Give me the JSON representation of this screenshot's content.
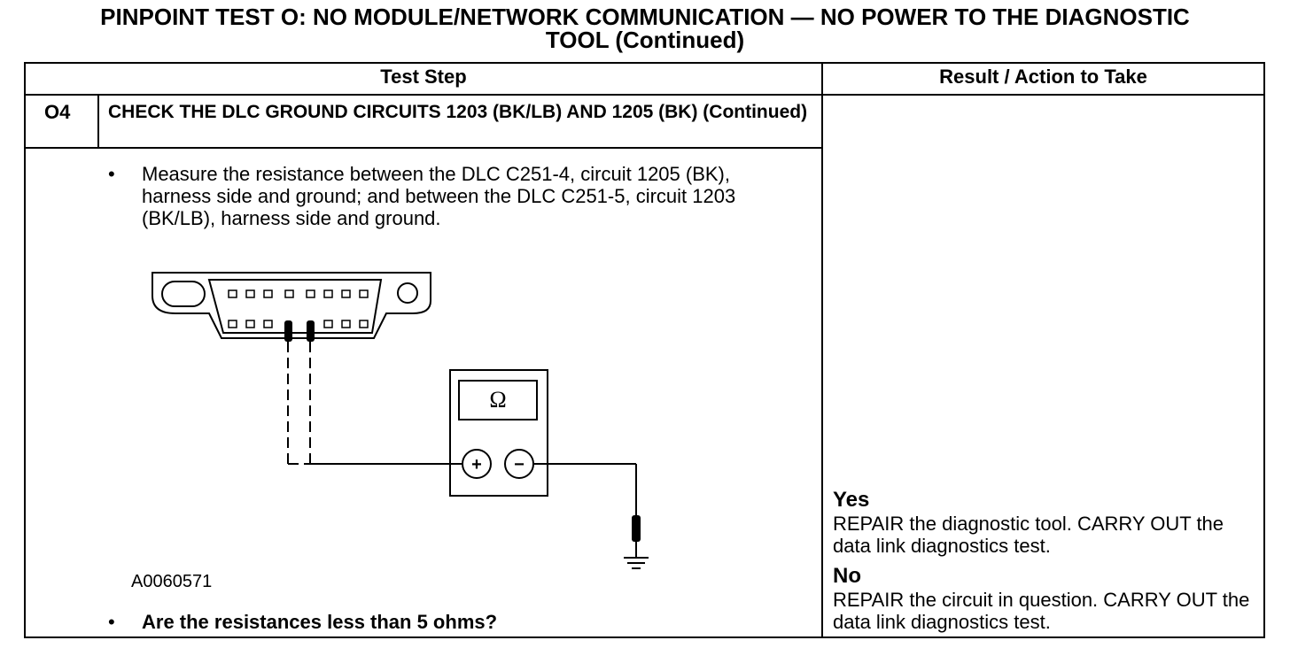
{
  "title": {
    "line1": "PINPOINT TEST  O: NO MODULE/NETWORK COMMUNICATION — NO POWER TO THE DIAGNOSTIC",
    "line2": "TOOL (Continued)"
  },
  "table": {
    "header_left": "Test Step",
    "header_right": "Result / Action to Take",
    "step_id": "O4",
    "step_heading": "CHECK THE DLC GROUND CIRCUITS 1203 (BK/LB) AND 1205 (BK) (Continued)",
    "bullet_symbol": "•",
    "instruction": "Measure the resistance between the DLC C251-4, circuit 1205 (BK), harness side and ground; and between the DLC C251-5, circuit 1203 (BK/LB), harness side and ground.",
    "figure_id": "A0060571",
    "question": "Are the resistances less than 5 ohms?",
    "meter_symbol": "Ω",
    "meter_plus": "+",
    "meter_minus": "−"
  },
  "results": {
    "yes_label": "Yes",
    "yes_text": "REPAIR the diagnostic tool. CARRY OUT the data link diagnostics test.",
    "no_label": "No",
    "no_text": "REPAIR the circuit in question. CARRY OUT the data link diagnostics test."
  }
}
